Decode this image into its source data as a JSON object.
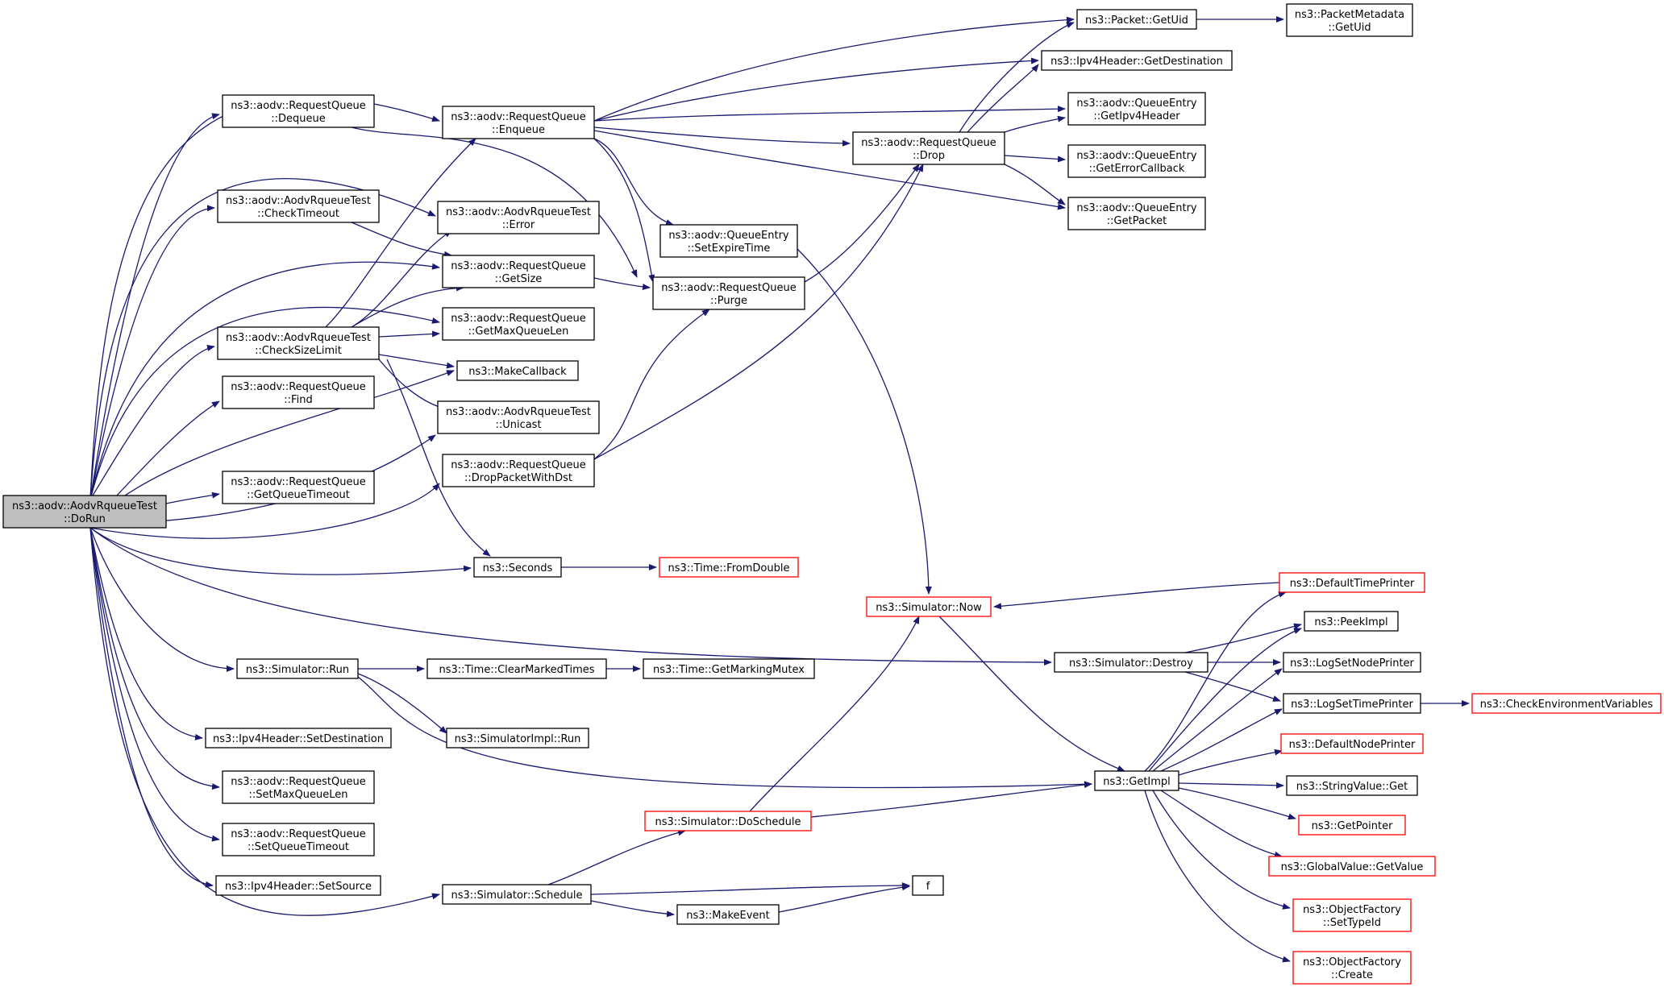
{
  "colors": {
    "edge": "#191970",
    "node_border": "#000000",
    "node_border_external": "#ff0000",
    "node_fill": "#ffffff",
    "node_fill_root": "#bfbfbf"
  },
  "nodes": [
    {
      "id": "dorun",
      "lines": [
        "ns3::aodv::AodvRqueueTest",
        "::DoRun"
      ],
      "style": "root"
    },
    {
      "id": "rq_dequeue",
      "lines": [
        "ns3::aodv::RequestQueue",
        "::Dequeue"
      ],
      "style": "normal"
    },
    {
      "id": "rq_enqueue",
      "lines": [
        "ns3::aodv::RequestQueue",
        "::Enqueue"
      ],
      "style": "normal"
    },
    {
      "id": "check_timeout",
      "lines": [
        "ns3::aodv::AodvRqueueTest",
        "::CheckTimeout"
      ],
      "style": "normal"
    },
    {
      "id": "test_error",
      "lines": [
        "ns3::aodv::AodvRqueueTest",
        "::Error"
      ],
      "style": "normal"
    },
    {
      "id": "rq_getsize",
      "lines": [
        "ns3::aodv::RequestQueue",
        "::GetSize"
      ],
      "style": "normal"
    },
    {
      "id": "rq_getmaxqueuelen",
      "lines": [
        "ns3::aodv::RequestQueue",
        "::GetMaxQueueLen"
      ],
      "style": "normal"
    },
    {
      "id": "check_sizelimit",
      "lines": [
        "ns3::aodv::AodvRqueueTest",
        "::CheckSizeLimit"
      ],
      "style": "normal"
    },
    {
      "id": "makecallback",
      "lines": [
        "ns3::MakeCallback"
      ],
      "style": "normal"
    },
    {
      "id": "rq_find",
      "lines": [
        "ns3::aodv::RequestQueue",
        "::Find"
      ],
      "style": "normal"
    },
    {
      "id": "test_unicast",
      "lines": [
        "ns3::aodv::AodvRqueueTest",
        "::Unicast"
      ],
      "style": "normal"
    },
    {
      "id": "rq_droppacketwithdst",
      "lines": [
        "ns3::aodv::RequestQueue",
        "::DropPacketWithDst"
      ],
      "style": "normal"
    },
    {
      "id": "rq_getqueuetimeout",
      "lines": [
        "ns3::aodv::RequestQueue",
        "::GetQueueTimeout"
      ],
      "style": "normal"
    },
    {
      "id": "seconds",
      "lines": [
        "ns3::Seconds"
      ],
      "style": "normal"
    },
    {
      "id": "time_fromdouble",
      "lines": [
        "ns3::Time::FromDouble"
      ],
      "style": "external"
    },
    {
      "id": "sim_run",
      "lines": [
        "ns3::Simulator::Run"
      ],
      "style": "normal"
    },
    {
      "id": "ipv4_setdestination",
      "lines": [
        "ns3::Ipv4Header::SetDestination"
      ],
      "style": "normal"
    },
    {
      "id": "rq_setmaxqueuelen",
      "lines": [
        "ns3::aodv::RequestQueue",
        "::SetMaxQueueLen"
      ],
      "style": "normal"
    },
    {
      "id": "rq_setqueuetimeout",
      "lines": [
        "ns3::aodv::RequestQueue",
        "::SetQueueTimeout"
      ],
      "style": "normal"
    },
    {
      "id": "ipv4_setsource",
      "lines": [
        "ns3::Ipv4Header::SetSource"
      ],
      "style": "normal"
    },
    {
      "id": "sim_schedule",
      "lines": [
        "ns3::Simulator::Schedule"
      ],
      "style": "normal"
    },
    {
      "id": "time_clearmarkedtimes",
      "lines": [
        "ns3::Time::ClearMarkedTimes"
      ],
      "style": "normal"
    },
    {
      "id": "simimpl_run",
      "lines": [
        "ns3::SimulatorImpl::Run"
      ],
      "style": "normal"
    },
    {
      "id": "time_getmarkingmutex",
      "lines": [
        "ns3::Time::GetMarkingMutex"
      ],
      "style": "normal"
    },
    {
      "id": "qe_setexpiretime",
      "lines": [
        "ns3::aodv::QueueEntry",
        "::SetExpireTime"
      ],
      "style": "normal"
    },
    {
      "id": "rq_purge",
      "lines": [
        "ns3::aodv::RequestQueue",
        "::Purge"
      ],
      "style": "normal"
    },
    {
      "id": "rq_drop",
      "lines": [
        "ns3::aodv::RequestQueue",
        "::Drop"
      ],
      "style": "normal"
    },
    {
      "id": "packet_getuid",
      "lines": [
        "ns3::Packet::GetUid"
      ],
      "style": "normal"
    },
    {
      "id": "pm_getuid",
      "lines": [
        "ns3::PacketMetadata",
        "::GetUid"
      ],
      "style": "normal"
    },
    {
      "id": "ipv4_getdestination",
      "lines": [
        "ns3::Ipv4Header::GetDestination"
      ],
      "style": "normal"
    },
    {
      "id": "qe_getipv4header",
      "lines": [
        "ns3::aodv::QueueEntry",
        "::GetIpv4Header"
      ],
      "style": "normal"
    },
    {
      "id": "qe_geterrorcallback",
      "lines": [
        "ns3::aodv::QueueEntry",
        "::GetErrorCallback"
      ],
      "style": "normal"
    },
    {
      "id": "qe_getpacket",
      "lines": [
        "ns3::aodv::QueueEntry",
        "::GetPacket"
      ],
      "style": "normal"
    },
    {
      "id": "sim_now",
      "lines": [
        "ns3::Simulator::Now"
      ],
      "style": "external"
    },
    {
      "id": "sim_destroy",
      "lines": [
        "ns3::Simulator::Destroy"
      ],
      "style": "normal"
    },
    {
      "id": "sim_doschedule",
      "lines": [
        "ns3::Simulator::DoSchedule"
      ],
      "style": "external"
    },
    {
      "id": "makeevent",
      "lines": [
        "ns3::MakeEvent"
      ],
      "style": "normal"
    },
    {
      "id": "f",
      "lines": [
        "f"
      ],
      "style": "normal"
    },
    {
      "id": "getimpl",
      "lines": [
        "ns3::GetImpl"
      ],
      "style": "normal"
    },
    {
      "id": "defaulttimeprinter",
      "lines": [
        "ns3::DefaultTimePrinter"
      ],
      "style": "external"
    },
    {
      "id": "peekimpl",
      "lines": [
        "ns3::PeekImpl"
      ],
      "style": "normal"
    },
    {
      "id": "logsetnodeprinter",
      "lines": [
        "ns3::LogSetNodePrinter"
      ],
      "style": "normal"
    },
    {
      "id": "logsettimeprinter",
      "lines": [
        "ns3::LogSetTimePrinter"
      ],
      "style": "normal"
    },
    {
      "id": "checkenvvars",
      "lines": [
        "ns3::CheckEnvironmentVariables"
      ],
      "style": "external"
    },
    {
      "id": "defaultnodeprinter",
      "lines": [
        "ns3::DefaultNodePrinter"
      ],
      "style": "external"
    },
    {
      "id": "stringvalue_get",
      "lines": [
        "ns3::StringValue::Get"
      ],
      "style": "normal"
    },
    {
      "id": "getpointer",
      "lines": [
        "ns3::GetPointer"
      ],
      "style": "external"
    },
    {
      "id": "globalvalue_getvalue",
      "lines": [
        "ns3::GlobalValue::GetValue"
      ],
      "style": "external"
    },
    {
      "id": "of_settypeid",
      "lines": [
        "ns3::ObjectFactory",
        "::SetTypeId"
      ],
      "style": "external"
    },
    {
      "id": "of_create",
      "lines": [
        "ns3::ObjectFactory",
        "::Create"
      ],
      "style": "external"
    }
  ]
}
